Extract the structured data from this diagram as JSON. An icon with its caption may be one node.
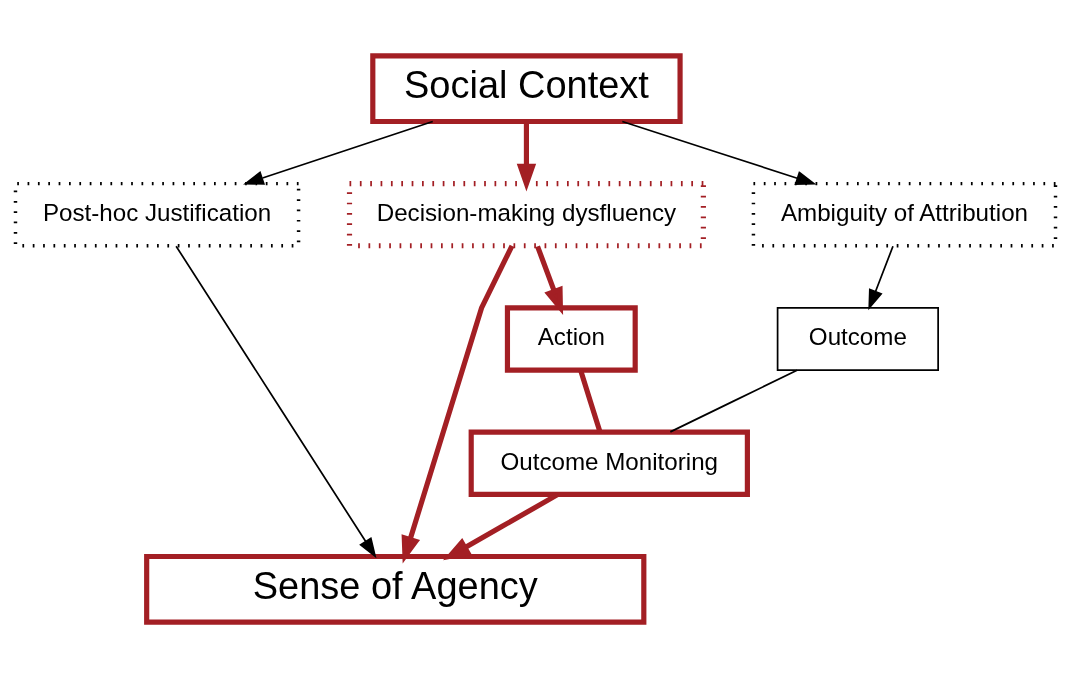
{
  "diagram": {
    "nodes": [
      {
        "text": [
          "Social Context"
        ]
      },
      {
        "text": [
          "Post-hoc Justification"
        ]
      },
      {
        "text": [
          "Decision-making dysfluency"
        ]
      },
      {
        "text": [
          "Ambiguity of Attribution"
        ]
      },
      {
        "text": [
          "Action"
        ]
      },
      {
        "text": [
          "Outcome"
        ]
      },
      {
        "text": [
          "Outcome Monitoring"
        ]
      },
      {
        "text": [
          "Sense of Agency"
        ]
      }
    ],
    "edges": [
      {
        "from": 0,
        "to": 1,
        "arrow": "to"
      },
      {
        "from": 0,
        "to": 2,
        "arrow": "to",
        "style": "thick",
        "color": "#a31f24"
      },
      {
        "from": 0,
        "to": 3,
        "arrow": "to"
      },
      {
        "from": 1,
        "to": 7,
        "arrow": "to"
      },
      {
        "from": 2,
        "to": 7,
        "arrow": "to",
        "style": "thick",
        "color": "#a31f24"
      },
      {
        "from": 2,
        "to": 4,
        "arrow": "to",
        "style": "thick",
        "color": "#a31f24"
      },
      {
        "from": 3,
        "to": 5,
        "arrow": "to"
      },
      {
        "from": 4,
        "to": 6,
        "arrow": "none",
        "style": "thick",
        "color": "#a31f24"
      },
      {
        "from": 5,
        "to": 6,
        "arrow": "none"
      },
      {
        "from": 6,
        "to": 7,
        "arrow": "to",
        "style": "thick",
        "color": "#a31f24"
      }
    ]
  }
}
